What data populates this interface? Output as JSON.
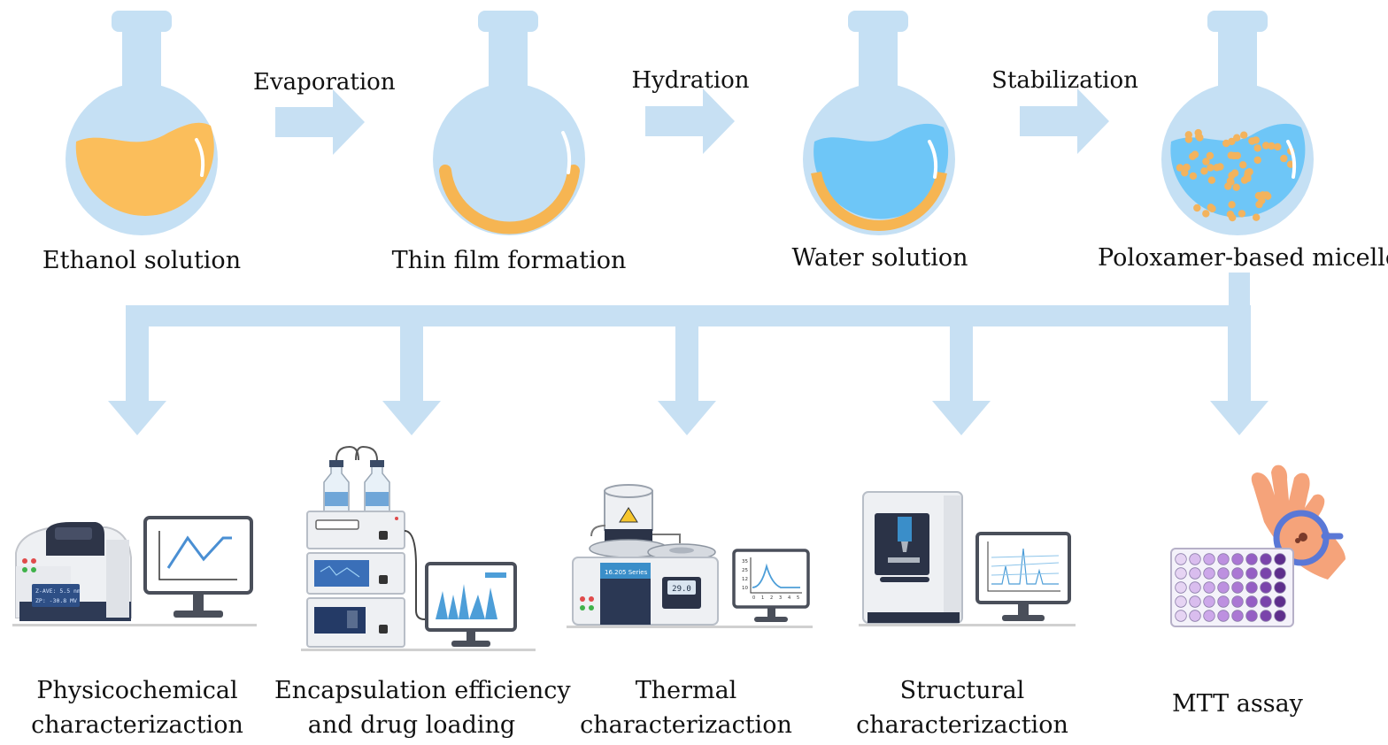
{
  "steps": {
    "flasks": [
      "Ethanol solution",
      "Thin film formation",
      "Water solution",
      "Poloxamer-based micelles"
    ],
    "transitions": [
      "Evaporation",
      "Hydration",
      "Stabilization"
    ]
  },
  "methods": [
    {
      "line1": "Physicochemical",
      "line2": "characterizaction"
    },
    {
      "line1": "Encapsulation efficiency",
      "line2": "and drug loading"
    },
    {
      "line1": "Thermal",
      "line2": "characterizaction"
    },
    {
      "line1": "Structural",
      "line2": "characterizaction"
    },
    {
      "line1": "MTT assay",
      "line2": ""
    }
  ],
  "instrument_readouts": {
    "zetasizer_line1": "Z-AVE: 5.5 nm",
    "zetasizer_line2": "ZP: -30.8 MV",
    "dsc_badge": "16.205 Series",
    "dsc_display": "29.0",
    "dsc_monitor_ticks": [
      "35",
      "25",
      "12",
      "10"
    ],
    "dsc_monitor_xticks": [
      "0",
      "1",
      "2",
      "3",
      "4",
      "5"
    ]
  },
  "colors": {
    "arrow": "#c7e0f3",
    "flask_glass": "#c5e0f4",
    "ethanol": "#fbbe5b",
    "water": "#6ec6f7",
    "film": "#f6b552",
    "micelle_dot": "#f3b35d"
  }
}
